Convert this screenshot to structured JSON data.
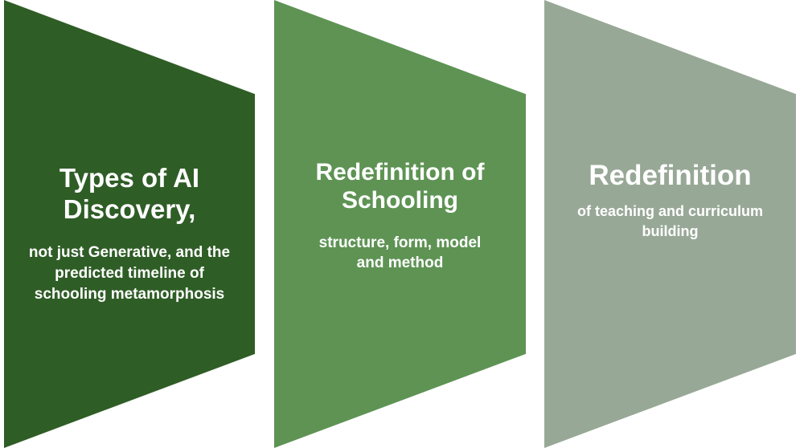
{
  "panels": [
    {
      "title_lines": [
        "Types of AI",
        "Discovery,"
      ],
      "desc_lines": [
        "not just Generative, and the",
        "predicted timeline of",
        "schooling metamorphosis"
      ],
      "color": "#2f5d26"
    },
    {
      "title_lines": [
        "Redefinition of",
        "Schooling"
      ],
      "desc_lines": [
        "structure, form, model",
        "and method"
      ],
      "color": "#5e9354"
    },
    {
      "title_lines": [
        "Redefinition"
      ],
      "desc_lines": [
        "of teaching and curriculum",
        "building"
      ],
      "color": "#98a897"
    }
  ]
}
